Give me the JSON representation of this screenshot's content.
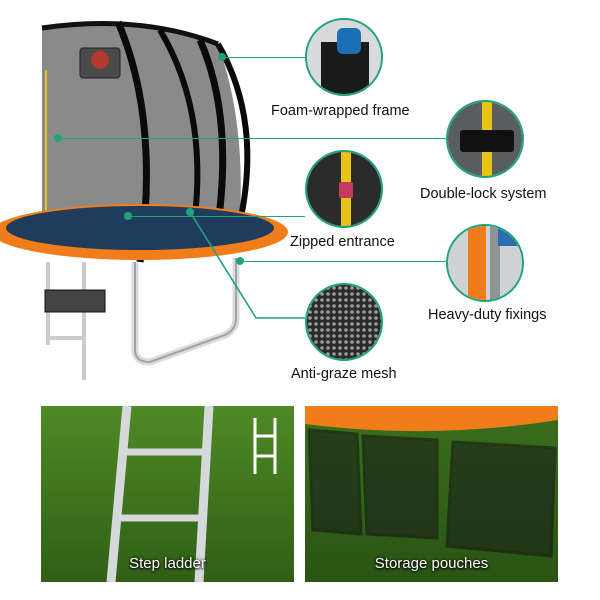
{
  "features": [
    {
      "label": "Foam-wrapped frame"
    },
    {
      "label": "Double-lock system"
    },
    {
      "label": "Zipped entrance"
    },
    {
      "label": "Heavy-duty fixings"
    },
    {
      "label": "Anti-graze mesh"
    }
  ],
  "panels": [
    {
      "caption": "Step ladder"
    },
    {
      "caption": "Storage pouches"
    }
  ],
  "colors": {
    "accent": "#1fa37f",
    "orange": "#f07d1a",
    "net": "#1a1a1a",
    "grass": "#3f7a1e"
  }
}
